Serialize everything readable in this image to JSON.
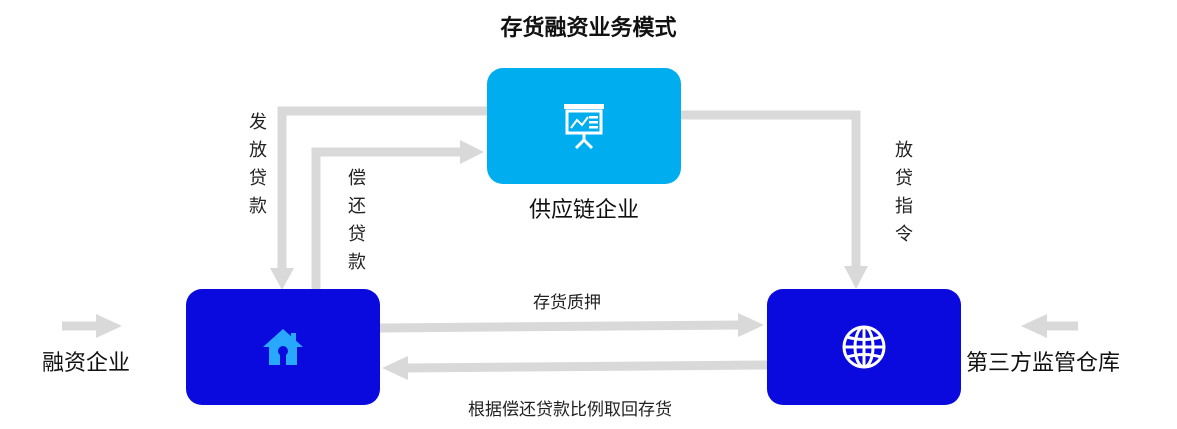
{
  "diagram": {
    "title": "存货融资业务模式",
    "nodes": {
      "supply_chain": {
        "label": "供应链企业",
        "icon": "presentation-board-icon",
        "color": "#00AEEF"
      },
      "financing": {
        "label": "融资企业",
        "icon": "house-icon",
        "color": "#0A0ADF"
      },
      "warehouse": {
        "label": "第三方监管仓库",
        "icon": "globe-icon",
        "color": "#0A0ADF"
      }
    },
    "edges": {
      "disburse_loan": "发放贷款",
      "repay_loan": "偿还贷款",
      "loan_instruction": "放贷指令",
      "inventory_pledge": "存货质押",
      "redeem_inventory": "根据偿还贷款比例取回存货"
    },
    "arrow_color": "#D9D9D9"
  }
}
